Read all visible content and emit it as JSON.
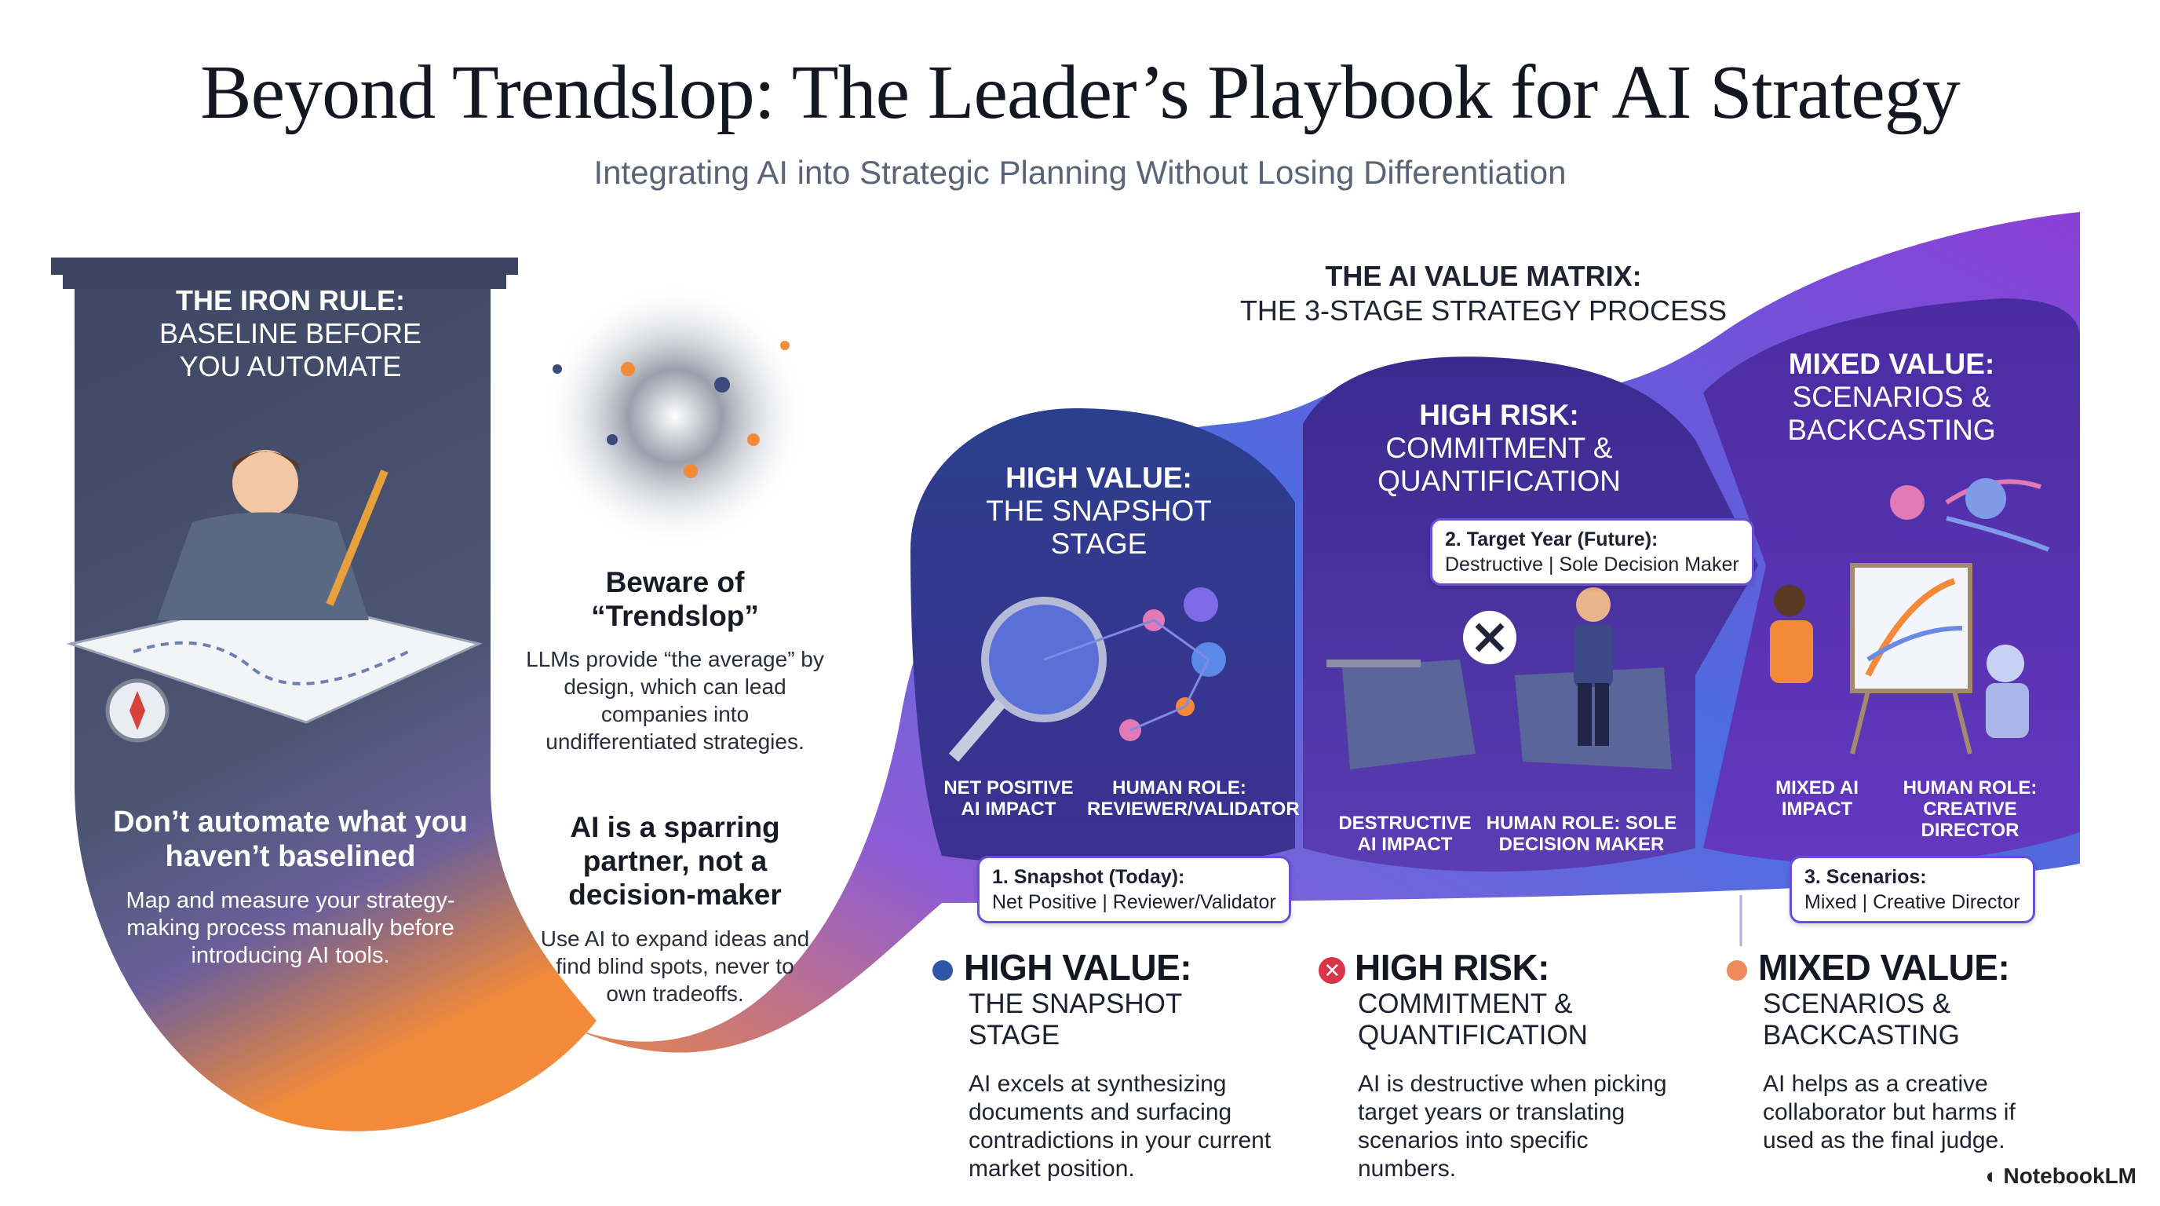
{
  "header": {
    "title": "Beyond Trendslop: The Leader’s Playbook for AI Strategy",
    "subtitle": "Integrating AI into Strategic Planning Without Losing Differentiation"
  },
  "iron_rule": {
    "title_bold": "THE IRON RULE:",
    "title_line2": "BASELINE BEFORE",
    "title_line3": "YOU AUTOMATE",
    "heading": "Don’t automate what you haven’t baselined",
    "body": "Map and measure your strategy-making process manually before introducing AI tools."
  },
  "middle": {
    "beware_heading": "Beware of “Trendslop”",
    "beware_body": "LLMs provide “the average” by design, which can lead companies into undifferentiated strategies.",
    "sparring_heading": "AI is a sparring partner, not a decision-maker",
    "sparring_body": "Use AI to expand ideas and find blind spots, never to own tradeoffs."
  },
  "matrix": {
    "title_bold": "THE AI VALUE MATRIX:",
    "title_light": "THE 3-STAGE STRATEGY PROCESS"
  },
  "stages": [
    {
      "panel_bold": "HIGH VALUE:",
      "panel_light": "THE SNAPSHOT STAGE",
      "stat_left": "NET POSITIVE AI IMPACT",
      "stat_right": "HUMAN ROLE: REVIEWER/VALIDATOR",
      "callout_title": "1. Snapshot (Today):",
      "callout_body": "Net Positive | Reviewer/Validator",
      "head": "HIGH VALUE:",
      "sub": "THE SNAPSHOT STAGE",
      "body": "AI excels at synthesizing documents and surfacing contradictions in your current market position.",
      "dot_color": "#2f56a6"
    },
    {
      "panel_bold": "HIGH RISK:",
      "panel_light": "COMMITMENT & QUANTIFICATION",
      "stat_left": "DESTRUCTIVE AI IMPACT",
      "stat_right": "HUMAN ROLE: SOLE DECISION MAKER",
      "callout_title": "2. Target Year (Future):",
      "callout_body": "Destructive | Sole Decision Maker",
      "head": "HIGH RISK:",
      "sub": "COMMITMENT & QUANTIFICATION",
      "body": "AI is destructive when picking target years or translating scenarios into specific numbers.",
      "dot_color": "#d8344a"
    },
    {
      "panel_bold": "MIXED VALUE:",
      "panel_light": "SCENARIOS & BACKCASTING",
      "stat_left": "MIXED AI IMPACT",
      "stat_right": "HUMAN ROLE: CREATIVE DIRECTOR",
      "callout_title": "3. Scenarios:",
      "callout_body": "Mixed | Creative Director",
      "head": "MIXED VALUE:",
      "sub": "SCENARIOS & BACKCASTING",
      "body": "AI helps as a creative collaborator but harms if used as the final judge.",
      "dot_color": "#f08a5a"
    }
  ],
  "footer": {
    "logo": "NotebookLM"
  },
  "colors": {
    "slate": "#45506b",
    "purple": "#5b3ab8",
    "blue": "#3b5bd0",
    "orange": "#f28a3a",
    "violet": "#8b4fd8"
  }
}
